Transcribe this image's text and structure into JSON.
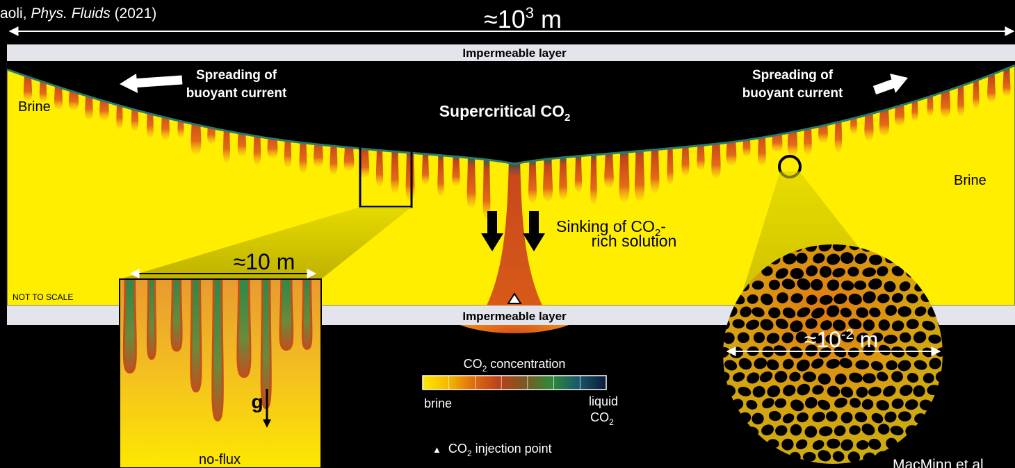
{
  "citation": {
    "prefix": "aoli, ",
    "journal": "Phys. Fluids",
    "year": " (2021)"
  },
  "scale_top": {
    "approx": "≈10",
    "exp": "3",
    "unit": " m"
  },
  "layers": {
    "top": "Impermeable layer",
    "bottom": "Impermeable layer"
  },
  "labels": {
    "brine_left": "Brine",
    "brine_right": "Brine",
    "spreading_line1": "Spreading of",
    "spreading_line2": "buoyant current",
    "supercritical": "Supercritical CO",
    "supercritical_sub": "2",
    "sinking_line1": "Sinking of CO",
    "sinking_sub": "2",
    "sinking_line1_tail": "-",
    "sinking_line2": "rich solution",
    "not_to_scale": "NOT TO SCALE"
  },
  "inset_left": {
    "scale": "≈10 m",
    "gravity": "g",
    "bottom": "no-flux"
  },
  "inset_right": {
    "approx": "≈10",
    "exp": "-2",
    "unit": " m"
  },
  "colorbar": {
    "title_prefix": "CO",
    "title_sub": "2",
    "title_suffix": " concentration",
    "left": "brine",
    "right_line1": "liquid",
    "right_line2": "CO",
    "right_sub": "2",
    "colors": [
      "#ffe800",
      "#f5b800",
      "#e06a10",
      "#b8401a",
      "#7a5a20",
      "#2f8a3a",
      "#1a5a6a",
      "#0a1a3a"
    ]
  },
  "injection": {
    "symbol": "▲",
    "prefix": "CO",
    "sub": "2",
    "suffix": " injection point"
  },
  "credit": "MacMinn et al"
}
